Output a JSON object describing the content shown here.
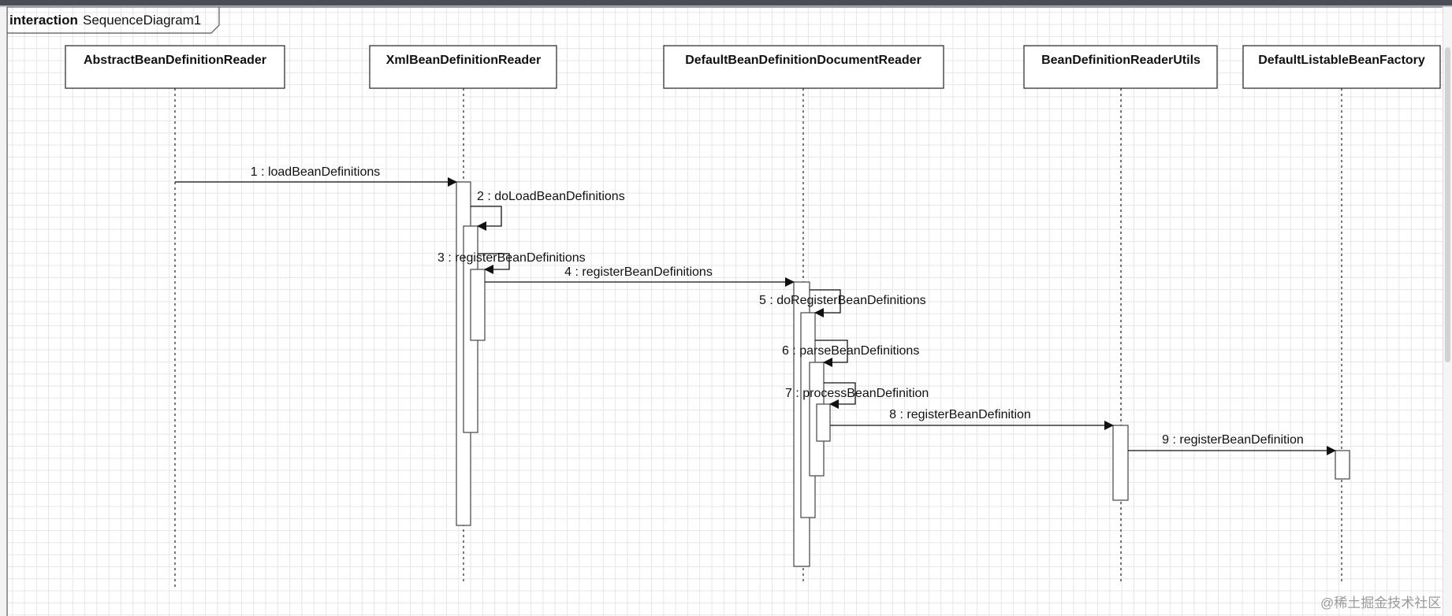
{
  "frame": {
    "keyword": "interaction",
    "name": "SequenceDiagram1"
  },
  "lifelines": [
    {
      "id": "abdr",
      "name": "AbstractBeanDefinitionReader"
    },
    {
      "id": "xbdr",
      "name": "XmlBeanDefinitionReader"
    },
    {
      "id": "dbddr",
      "name": "DefaultBeanDefinitionDocumentReader"
    },
    {
      "id": "bdru",
      "name": "BeanDefinitionReaderUtils"
    },
    {
      "id": "dlbf",
      "name": "DefaultListableBeanFactory"
    }
  ],
  "messages": [
    {
      "label": "1 : loadBeanDefinitions",
      "from": "abdr",
      "to": "xbdr"
    },
    {
      "label": "2 : doLoadBeanDefinitions",
      "from": "xbdr",
      "to": "xbdr"
    },
    {
      "label": "3 : registerBeanDefinitions",
      "from": "xbdr",
      "to": "xbdr"
    },
    {
      "label": "4 : registerBeanDefinitions",
      "from": "xbdr",
      "to": "dbddr"
    },
    {
      "label": "5 : doRegisterBeanDefinitions",
      "from": "dbddr",
      "to": "dbddr"
    },
    {
      "label": "6 : parseBeanDefinitions",
      "from": "dbddr",
      "to": "dbddr"
    },
    {
      "label": "7 : processBeanDefinition",
      "from": "dbddr",
      "to": "dbddr"
    },
    {
      "label": "8 : registerBeanDefinition",
      "from": "dbddr",
      "to": "bdru"
    },
    {
      "label": "9 : registerBeanDefinition",
      "from": "bdru",
      "to": "dlbf"
    }
  ],
  "watermark": "@稀土掘金技术社区"
}
